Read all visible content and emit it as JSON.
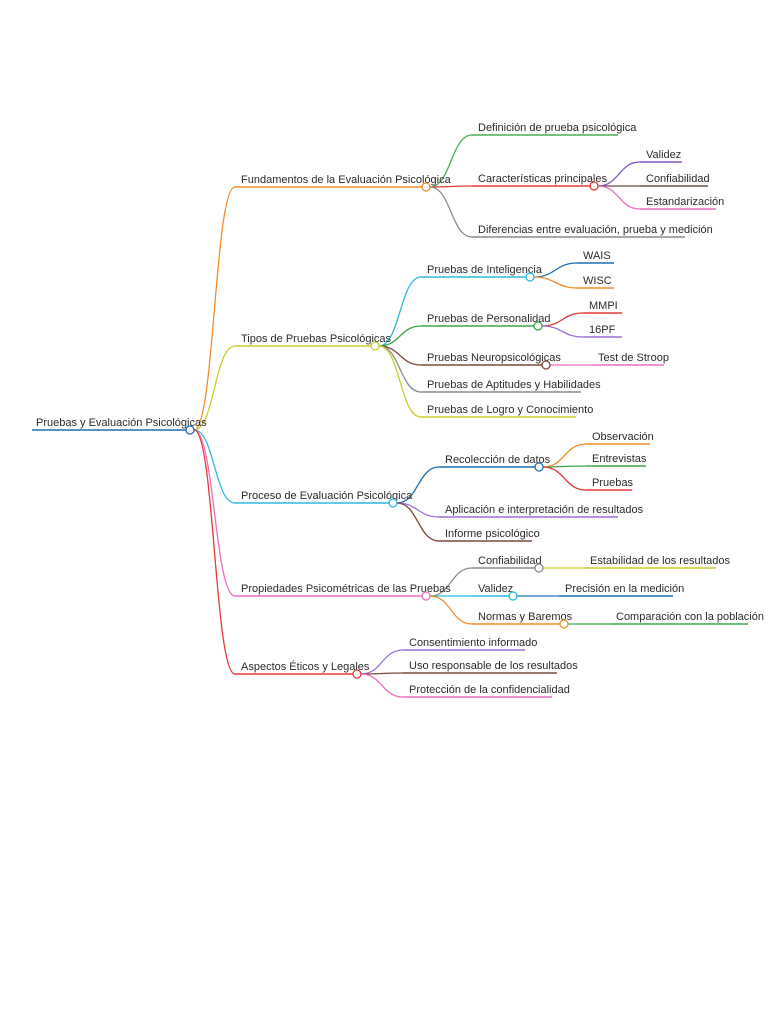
{
  "mindmap": {
    "root": {
      "label": "Pruebas y Evaluación Psicológicas",
      "color": "#1f6fb4"
    },
    "branches": [
      {
        "label": "Fundamentos de la Evaluación Psicológica",
        "color": "#f28c28",
        "children": [
          {
            "label": "Definición de prueba psicológica",
            "color": "#4caf50"
          },
          {
            "label": "Características principales",
            "color": "#e53935",
            "children": [
              {
                "label": "Validez",
                "color": "#7e57c2"
              },
              {
                "label": "Confiabilidad",
                "color": "#6d4c41"
              },
              {
                "label": "Estandarización",
                "color": "#ec6fc0"
              }
            ]
          },
          {
            "label": "Diferencias entre evaluación, prueba y medición",
            "color": "#8a8a8a"
          }
        ]
      },
      {
        "label": "Tipos de Pruebas Psicológicas",
        "color": "#c9cc2a",
        "children": [
          {
            "label": "Pruebas de Inteligencia",
            "color": "#2bbbe0",
            "children": [
              {
                "label": "WAIS",
                "color": "#1f6fb4"
              },
              {
                "label": "WISC",
                "color": "#f28c28"
              }
            ]
          },
          {
            "label": "Pruebas de Personalidad",
            "color": "#3aa845",
            "children": [
              {
                "label": "MMPI",
                "color": "#e53935"
              },
              {
                "label": "16PF",
                "color": "#9c6fd6"
              }
            ]
          },
          {
            "label": "Pruebas Neuropsicológicas",
            "color": "#7b4a3a",
            "children": [
              {
                "label": "Test de Stroop",
                "color": "#ec6fc0"
              }
            ]
          },
          {
            "label": "Pruebas de Aptitudes y Habilidades",
            "color": "#8a8a8a"
          },
          {
            "label": "Pruebas de Logro y Conocimiento",
            "color": "#c9cc2a"
          }
        ]
      },
      {
        "label": "Proceso de Evaluación Psicológica",
        "color": "#2bbbe0",
        "children": [
          {
            "label": "Recolección de datos",
            "color": "#1f6fb4",
            "children": [
              {
                "label": "Observación",
                "color": "#f28c28"
              },
              {
                "label": "Entrevistas",
                "color": "#3aa845"
              },
              {
                "label": "Pruebas",
                "color": "#e53935"
              }
            ]
          },
          {
            "label": "Aplicación e interpretación de resultados",
            "color": "#9c6fd6"
          },
          {
            "label": "Informe psicológico",
            "color": "#7b4a3a"
          }
        ]
      },
      {
        "label": "Propiedades Psicométricas de las Pruebas",
        "color": "#ec6fc0",
        "children": [
          {
            "label": "Confiabilidad",
            "color": "#8a8a8a",
            "children": [
              {
                "label": "Estabilidad de los resultados",
                "color": "#c9cc2a"
              }
            ]
          },
          {
            "label": "Validez",
            "color": "#2bbbe0",
            "children": [
              {
                "label": "Precisión en la medición",
                "color": "#1f6fb4"
              }
            ]
          },
          {
            "label": "Normas y Baremos",
            "color": "#f28c28",
            "children": [
              {
                "label": "Comparación con la población",
                "color": "#3aa845"
              }
            ]
          }
        ]
      },
      {
        "label": "Aspectos Éticos y Legales",
        "color": "#e53935",
        "children": [
          {
            "label": "Consentimiento informado",
            "color": "#9c6fd6"
          },
          {
            "label": "Uso responsable de los resultados",
            "color": "#7b4a3a"
          },
          {
            "label": "Protección de la confidencialidad",
            "color": "#ec6fc0"
          }
        ]
      }
    ]
  }
}
